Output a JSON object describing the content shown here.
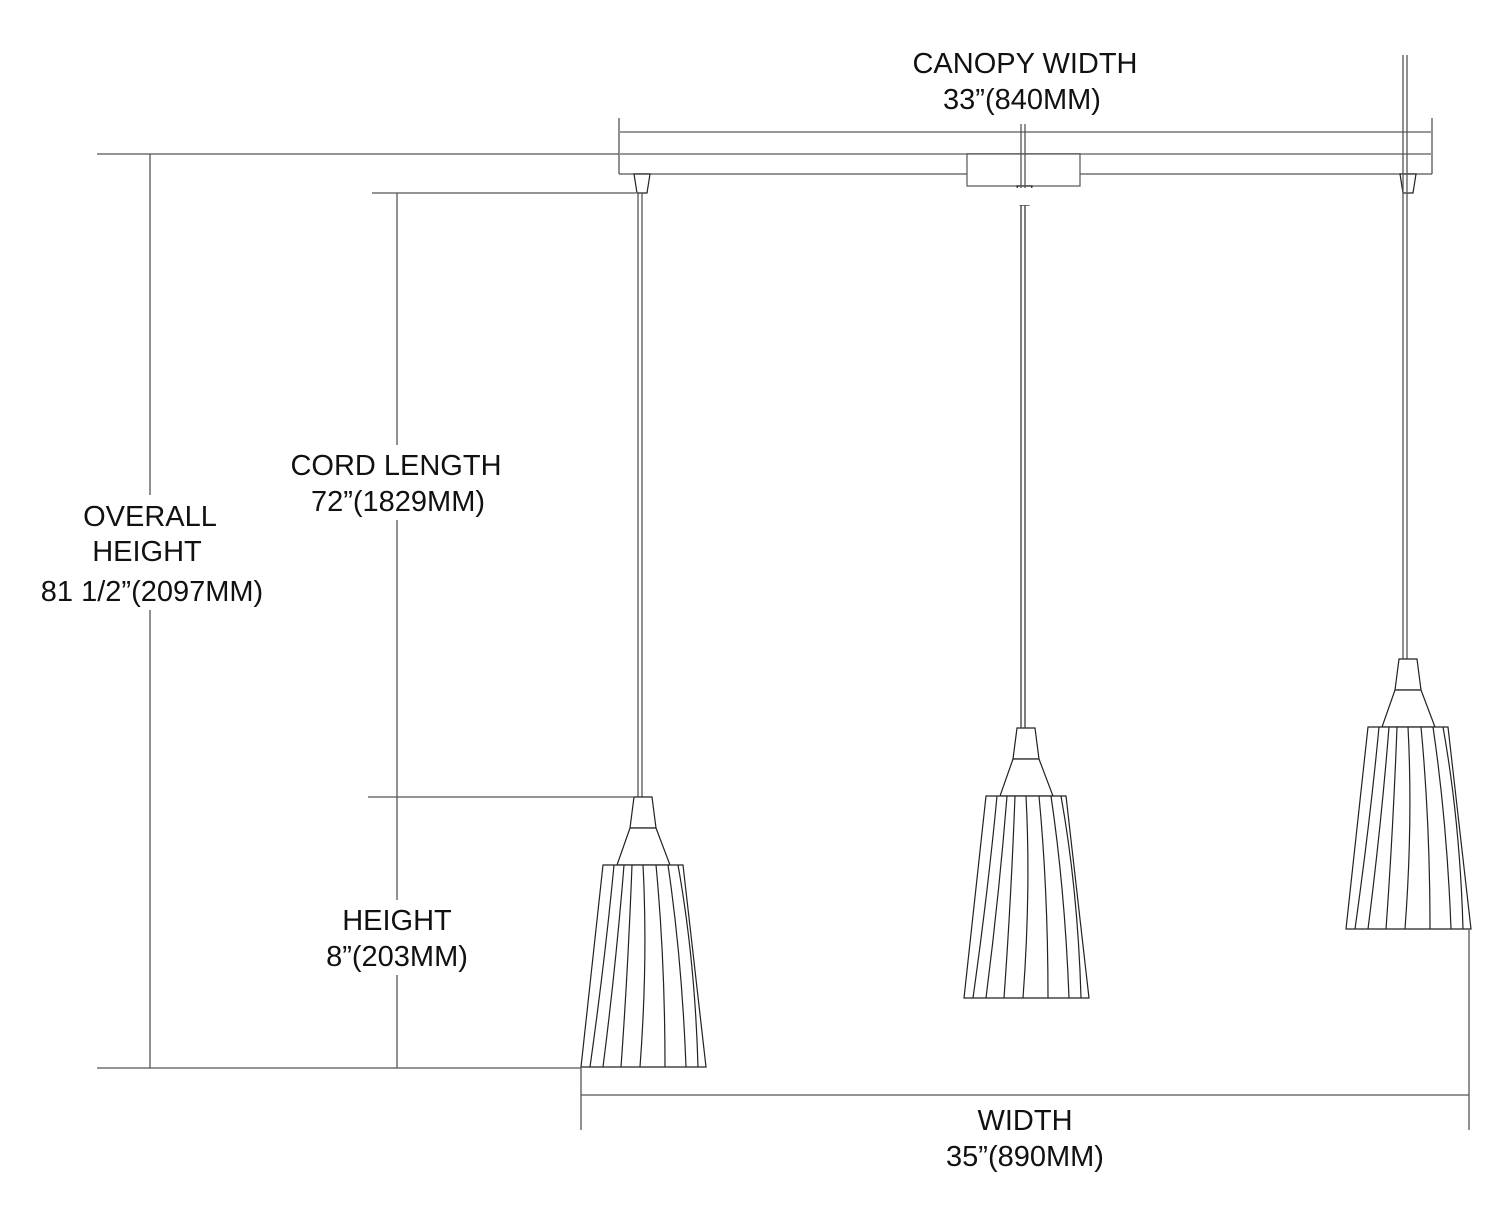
{
  "dimensions": {
    "canopy_width": {
      "label": "CANOPY WIDTH",
      "value": "33”(840MM)"
    },
    "overall_height": {
      "label_line1": "OVERALL",
      "label_line2": "HEIGHT",
      "value": "81 1/2”(2097MM)"
    },
    "cord_length": {
      "label": "CORD LENGTH",
      "value": "72”(1829MM)"
    },
    "height": {
      "label": "HEIGHT",
      "value": "8”(203MM)"
    },
    "width": {
      "label": "WIDTH",
      "value": "35”(890MM)"
    }
  },
  "pendant_count": 3
}
